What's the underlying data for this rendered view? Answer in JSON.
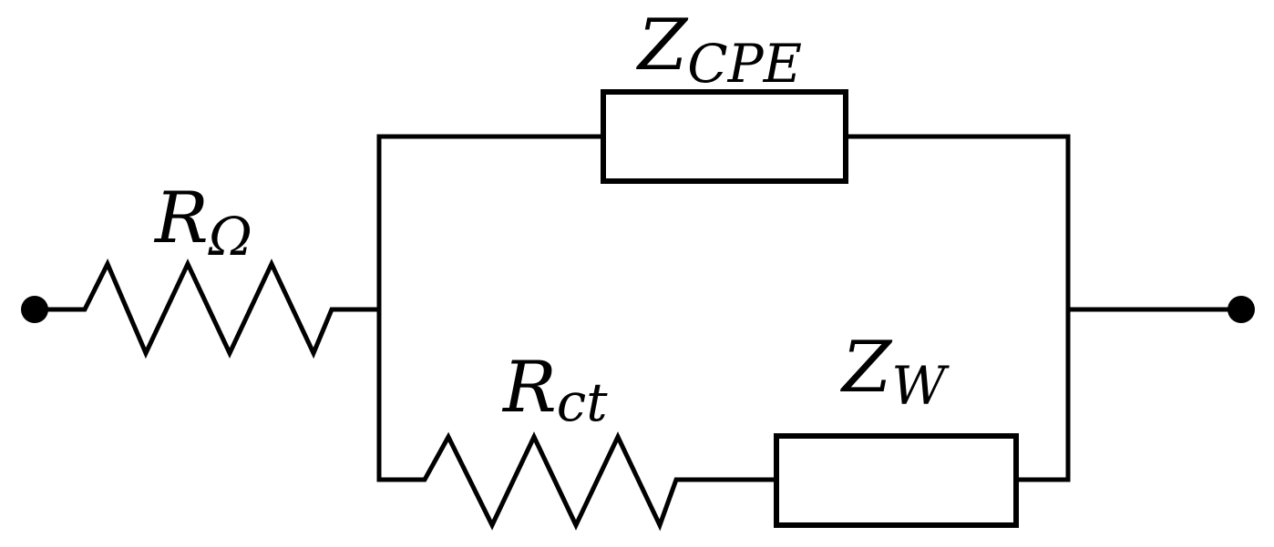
{
  "labels": {
    "r_ohm": {
      "main": "R",
      "sub": "Ω"
    },
    "z_cpe": {
      "main": "Z",
      "sub": "CPE"
    },
    "r_ct": {
      "main": "R",
      "sub": "ct"
    },
    "z_w": {
      "main": "Z",
      "sub": "W"
    }
  },
  "colors": {
    "stroke": "#000000",
    "background": "#ffffff"
  }
}
